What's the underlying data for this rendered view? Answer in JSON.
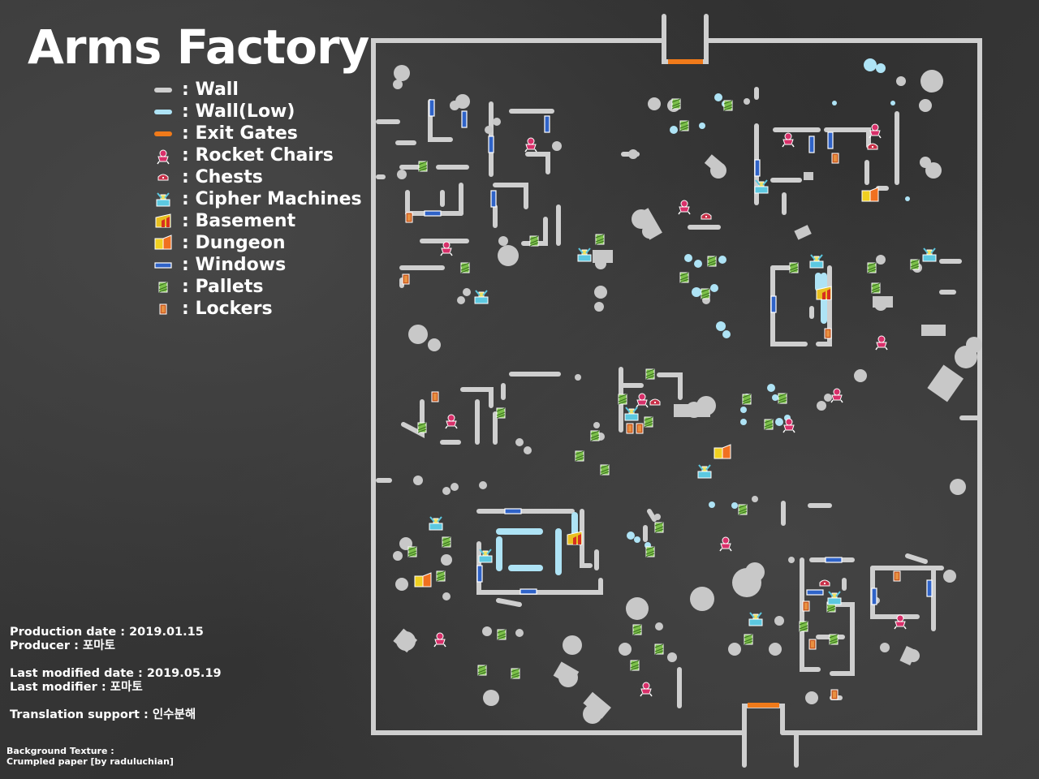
{
  "title": "Arms Factory",
  "legend": [
    {
      "icon": "wall-icon",
      "label": ": Wall"
    },
    {
      "icon": "low-wall-icon",
      "label": ": Wall(Low)"
    },
    {
      "icon": "exit-gate-icon",
      "label": ": Exit Gates"
    },
    {
      "icon": "rocket-chair-icon",
      "label": ": Rocket Chairs"
    },
    {
      "icon": "chest-icon",
      "label": ": Chests"
    },
    {
      "icon": "cipher-machine-icon",
      "label": ": Cipher Machines"
    },
    {
      "icon": "basement-icon",
      "label": ": Basement"
    },
    {
      "icon": "dungeon-icon",
      "label": ": Dungeon"
    },
    {
      "icon": "window-icon",
      "label": ": Windows"
    },
    {
      "icon": "pallet-icon",
      "label": ": Pallets"
    },
    {
      "icon": "locker-icon",
      "label": ": Lockers"
    }
  ],
  "credits": {
    "production_date": "Production date : 2019.01.15",
    "producer": "Producer : 포마토",
    "last_modified_date": "Last modified date : 2019.05.19",
    "last_modifier": "Last modifier : 포마토",
    "translation": "Translation support : 인수분해"
  },
  "background_credit": {
    "line1": "Background Texture :",
    "line2": "Crumpled paper [by raduluchian]"
  },
  "colors": {
    "wall": "#cfcfcf",
    "low_wall": "#aee3f5",
    "exit_gate": "#f07a1a",
    "rocket_chair": "#d8306a",
    "chest": "#c83048",
    "cipher_machine": "#5cc8e0",
    "basement": "#e8c020",
    "dungeon": "#f0b010",
    "window": "#2f63c8",
    "pallet": "#7cc04a",
    "locker": "#c85a20"
  }
}
